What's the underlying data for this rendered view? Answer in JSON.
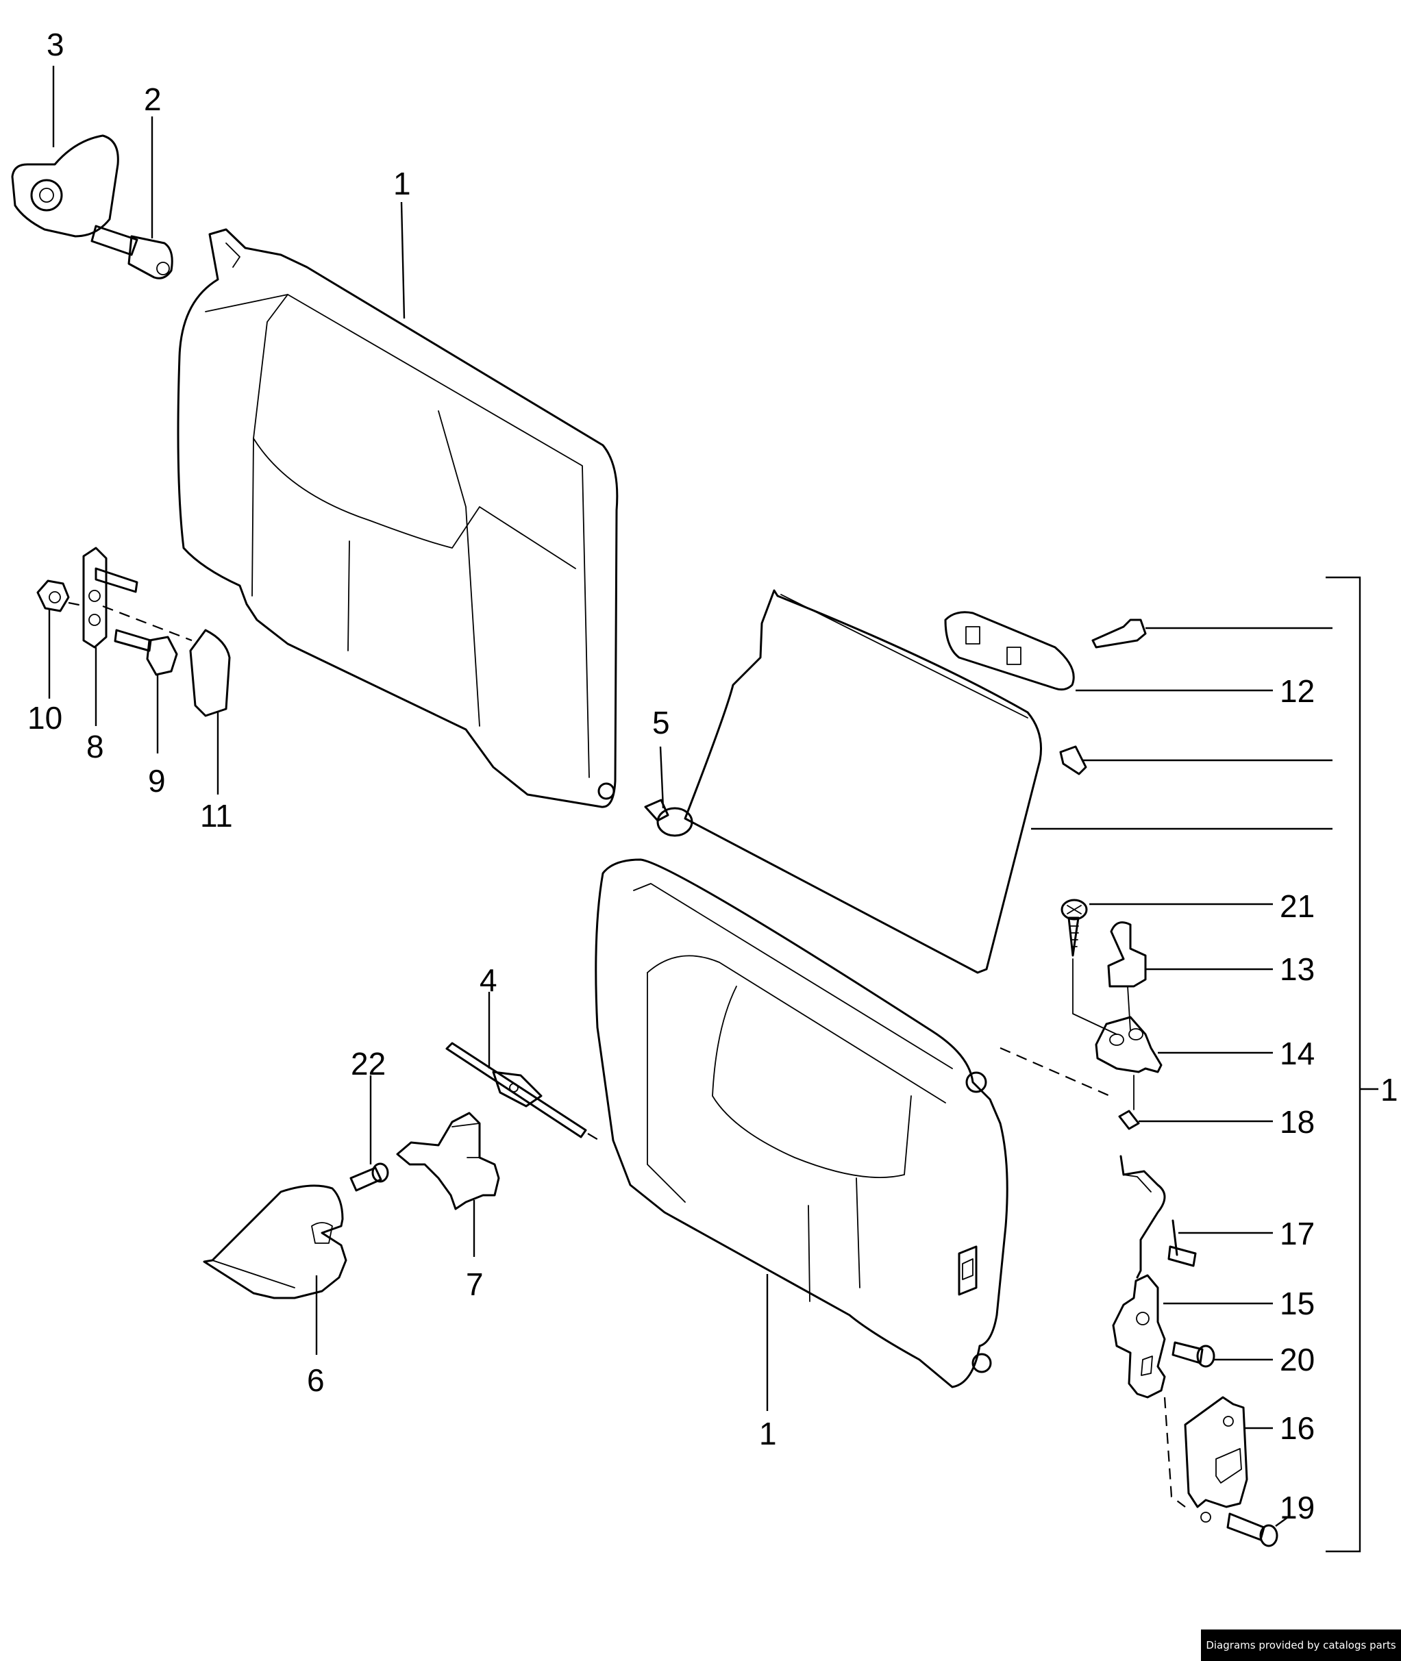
{
  "callouts": {
    "c1a": "1",
    "c1b": "1",
    "c1c": "1",
    "c2": "2",
    "c3": "3",
    "c4": "4",
    "c5": "5",
    "c6": "6",
    "c7": "7",
    "c8": "8",
    "c9": "9",
    "c10": "10",
    "c11": "11",
    "c12": "12",
    "c13": "13",
    "c14": "14",
    "c15": "15",
    "c16": "16",
    "c17": "17",
    "c18": "18",
    "c19": "19",
    "c20": "20",
    "c21": "21",
    "c22": "22"
  },
  "footer": {
    "credit": "Diagrams provided by catalogs parts"
  }
}
